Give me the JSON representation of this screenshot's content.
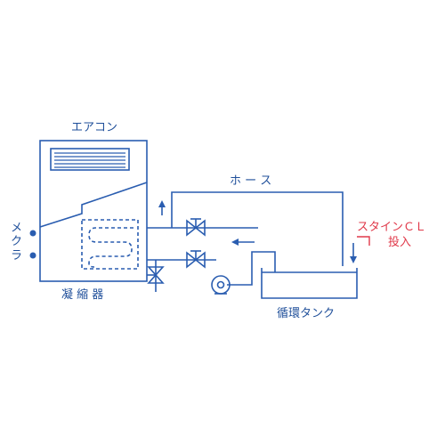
{
  "labels": {
    "aircon": "エアコン",
    "hose": "ホ ー ス",
    "mekura_top": "メ",
    "mekura_bottom": "ク",
    "mekura_bottom2": "ラ",
    "condenser": "凝 縮 器",
    "tank": "循環タンク",
    "chem_line1": "スタインＣＬ",
    "chem_line2": "投入"
  },
  "colors": {
    "line": "#2a5db0",
    "text": "#1f4f9a",
    "accent": "#e0394a"
  },
  "icons": [
    "valve-icon",
    "pump-icon",
    "arrow-up-icon",
    "arrow-left-icon",
    "arrow-down-icon"
  ]
}
